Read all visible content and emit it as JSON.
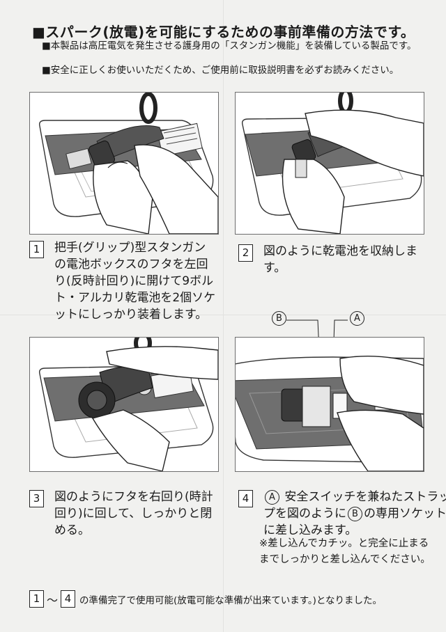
{
  "title": "■スパーク(放電)を可能にするための事前準備の方法です。",
  "notes": [
    "■本製品は高圧電気を発生させる護身用の「スタンガン機能」を装備している製品です。",
    "■安全に正しくお使いいただくため、ご使用前に取扱説明書を必ずお読みください。"
  ],
  "steps": [
    {
      "num": "1",
      "text": "把手(グリップ)型スタンガンの電池ボックスのフタを左回り(反時計回り)に開けて9ボルト・アルカリ乾電池を2個ソケットにしっかり装着します。"
    },
    {
      "num": "2",
      "text": "図のように乾電池を収納します。"
    },
    {
      "num": "3",
      "text": "図のようにフタを右回り(時計回り)に回して、しっかりと閉める。"
    },
    {
      "num": "4",
      "text_a": "A",
      "text_1": "安全スイッチを兼ねたストラップを図のように",
      "text_b": "B",
      "text_2": "の専用ソケットに差し込みます。"
    }
  ],
  "warning": "※差し込んでカチッ。と完全に止まるまでしっかりと差し込んでください。",
  "callouts": {
    "a": "A",
    "b": "B"
  },
  "footer": {
    "from": "1",
    "tilde": "～",
    "to": "4",
    "text": "の準備完了で使用可能(放電可能な準備が出来ています。)となりました。"
  }
}
